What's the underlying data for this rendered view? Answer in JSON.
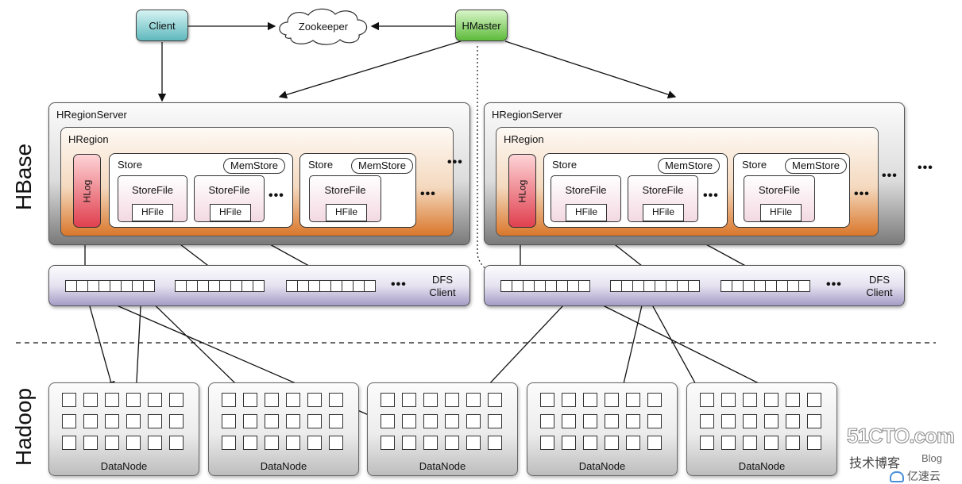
{
  "top": {
    "client": "Client",
    "zookeeper": "Zookeeper",
    "hmaster": "HMaster"
  },
  "side_labels": {
    "hbase": "HBase",
    "hadoop": "Hadoop"
  },
  "region_servers": [
    {
      "title": "HRegionServer",
      "region_title": "HRegion",
      "hlog": "HLog",
      "stores": [
        {
          "label": "Store",
          "memstore": "MemStore",
          "storefiles": [
            {
              "label": "StoreFile",
              "hfile": "HFile"
            },
            {
              "label": "StoreFile",
              "hfile": "HFile"
            }
          ],
          "ellipsis": "•••"
        },
        {
          "label": "Store",
          "memstore": "MemStore",
          "storefiles": [
            {
              "label": "StoreFile",
              "hfile": "HFile"
            }
          ]
        }
      ],
      "region_ellipsis": "•••",
      "outer_ellipsis": "•••"
    },
    {
      "title": "HRegionServer",
      "region_title": "HRegion",
      "hlog": "HLog",
      "stores": [
        {
          "label": "Store",
          "memstore": "MemStore",
          "storefiles": [
            {
              "label": "StoreFile",
              "hfile": "HFile"
            },
            {
              "label": "StoreFile",
              "hfile": "HFile"
            }
          ],
          "ellipsis": "•••"
        },
        {
          "label": "Store",
          "memstore": "MemStore",
          "storefiles": [
            {
              "label": "StoreFile",
              "hfile": "HFile"
            }
          ]
        }
      ],
      "region_ellipsis": "•••",
      "outer_ellipsis": "•••"
    }
  ],
  "server_ellipsis": "•••",
  "dfs_clients": [
    {
      "label_line1": "DFS",
      "label_line2": "Client",
      "ellipsis": "•••"
    },
    {
      "label_line1": "DFS",
      "label_line2": "Client",
      "ellipsis": "•••"
    }
  ],
  "datanodes": [
    "DataNode",
    "DataNode",
    "DataNode",
    "DataNode",
    "DataNode"
  ],
  "watermark": {
    "site": "51CTO.com",
    "sub1": "技术博客",
    "sub2": "Blog",
    "brand": "亿速云"
  },
  "colors": {
    "client": "#5fb8bd",
    "hmaster": "#5dbb3b",
    "hlog": "#e0404f",
    "hregion": "#d9772b",
    "dfs": "#a49cc6"
  }
}
